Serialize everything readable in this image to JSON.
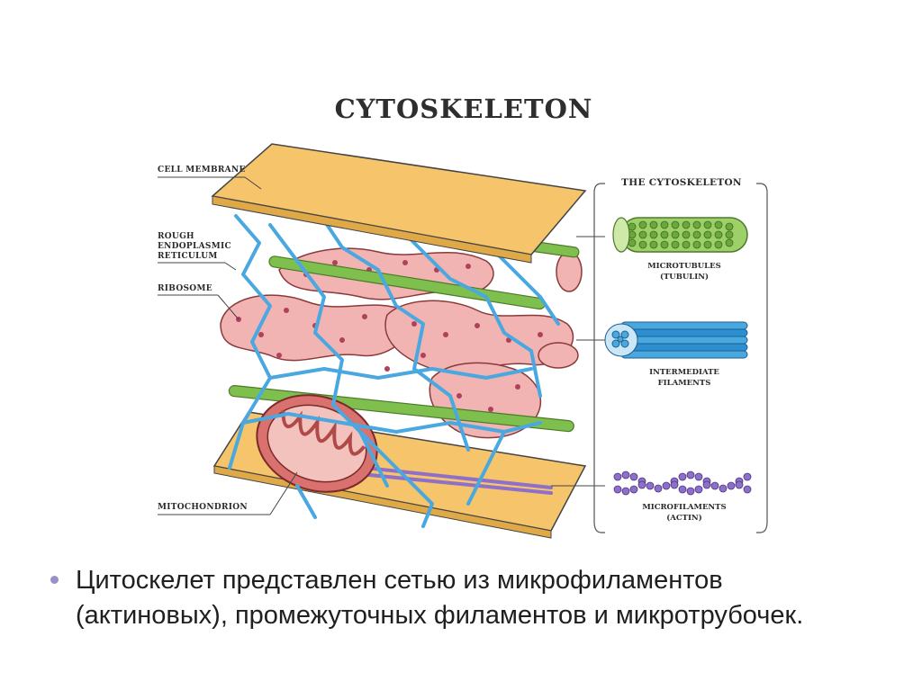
{
  "diagram": {
    "title": "CYTOSKELETON",
    "labels": {
      "cell_membrane": "CELL MEMBRANE",
      "rough_er_1": "ROUGH",
      "rough_er_2": "ENDOPLASMIC",
      "rough_er_3": "RETICULUM",
      "ribosome": "RIBOSOME",
      "mitochondrion": "MITOCHONDRION"
    },
    "panel": {
      "title": "THE CYTOSKELETON",
      "microtubules_1": "MICROTUBULES",
      "microtubules_2": "(TUBULIN)",
      "intermediate_1": "INTERMEDIATE",
      "intermediate_2": "FILAMENTS",
      "microfilaments_1": "MICROFILAMENTS",
      "microfilaments_2": "(ACTIN)"
    },
    "colors": {
      "membrane": "#f5c46b",
      "er": "#f2b3b3",
      "ribosome": "#b0415a",
      "microtubule": "#7fbf4d",
      "intermediate": "#4aa8e0",
      "actin": "#8e6fc9",
      "mito": "#d9716f"
    }
  },
  "bullet": {
    "text": "Цитоскелет представлен сетью из микрофиламентов (актиновых), промежуточных филаментов и микротрубочек."
  }
}
